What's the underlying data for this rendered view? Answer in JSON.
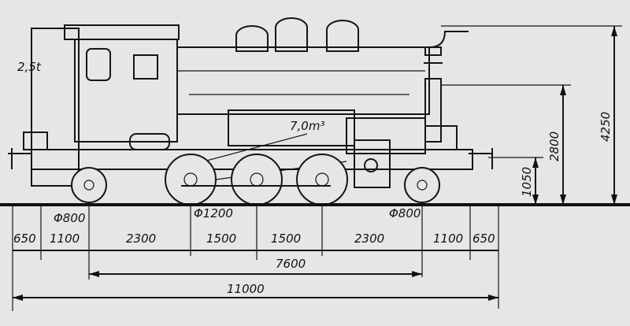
{
  "drawing": {
    "title": "Tank locomotive side elevation",
    "labels": {
      "coal": "2,5t",
      "water": "7,0m³",
      "leading_wheel": "Φ800",
      "driving_wheel": "Φ1200",
      "trailing_wheel": "Φ800"
    },
    "heights": [
      "4250",
      "2800",
      "1050"
    ],
    "spacings": [
      "650",
      "1100",
      "2300",
      "1500",
      "1500",
      "2300",
      "1100",
      "650"
    ],
    "wheelbase": "7600",
    "overall_length": "11000"
  }
}
